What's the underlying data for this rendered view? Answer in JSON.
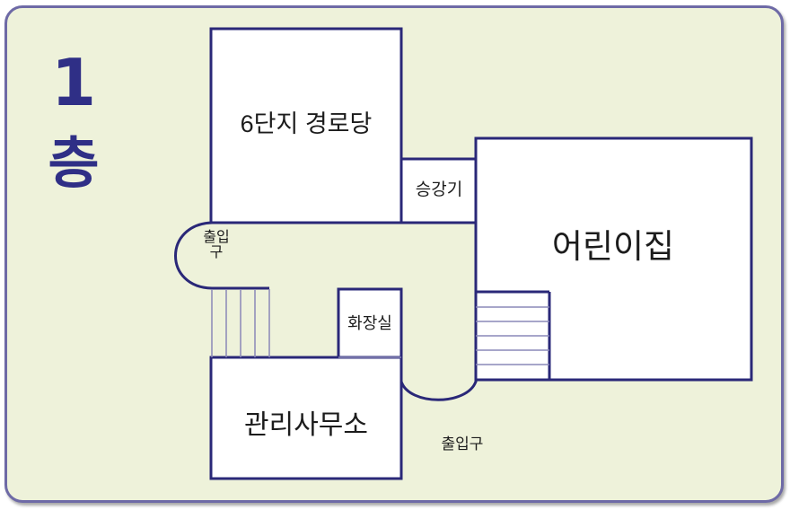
{
  "floor": {
    "number": "1",
    "char": "층"
  },
  "rooms": {
    "senior_center": "6단지 경로당",
    "elevator": "승강기",
    "daycare": "어린이집",
    "restroom": "화장실",
    "office": "관리사무소",
    "exit_left": "출입구",
    "exit_bottom": "출입구"
  },
  "colors": {
    "background": "#eef2da",
    "frame": "#6e6aa6",
    "wall": "#2a2878",
    "title": "#2f2f86",
    "stairs": "#8a88b8"
  }
}
